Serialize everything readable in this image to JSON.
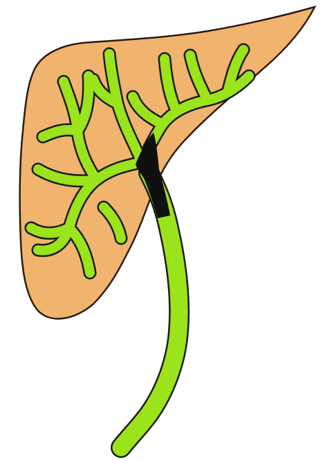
{
  "colors": {
    "background": "#ffffff",
    "organ_fill": "#f0b46e",
    "organ_outline": "#2b1a10",
    "duct_fill": "#9be31a",
    "duct_outline": "#1b1b1b",
    "blockage": "#101010"
  },
  "figure": {
    "organ": "liver",
    "structure": "biliary-tree",
    "feature": "obstruction-at-hilum",
    "labels": []
  }
}
